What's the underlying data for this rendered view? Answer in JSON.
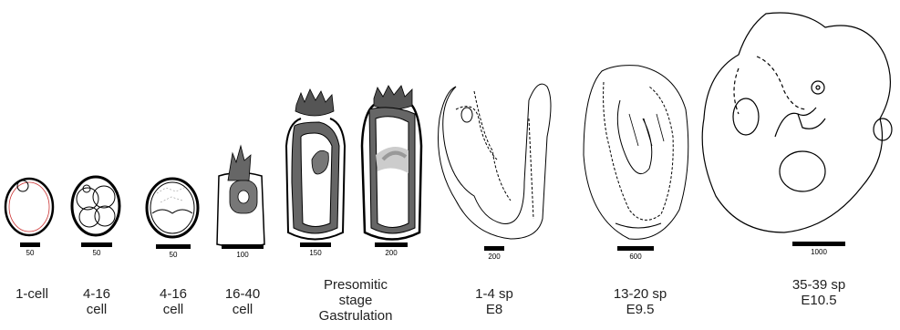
{
  "stages": [
    {
      "id": "s1",
      "label_lines": [
        "1-cell",
        ""
      ],
      "scale": "50"
    },
    {
      "id": "s2",
      "label_lines": [
        "4-16",
        "cell"
      ],
      "scale": "50"
    },
    {
      "id": "s3",
      "label_lines": [
        "4-16",
        "cell"
      ],
      "scale": "50"
    },
    {
      "id": "s4",
      "label_lines": [
        "16-40",
        "cell"
      ],
      "scale": "100"
    },
    {
      "id": "s5",
      "label_lines": [
        "Presomitic",
        "stage",
        "Gastrulation"
      ],
      "scale": "150"
    },
    {
      "id": "s6",
      "scale": "200"
    },
    {
      "id": "s7",
      "label_lines": [
        "1-4 sp",
        "E8"
      ],
      "scale": "200"
    },
    {
      "id": "s8",
      "label_lines": [
        "13-20 sp",
        "E9.5"
      ],
      "scale": "600"
    },
    {
      "id": "s9",
      "label_lines": [
        "35-39 sp",
        "E10.5"
      ],
      "scale": "1000"
    }
  ]
}
